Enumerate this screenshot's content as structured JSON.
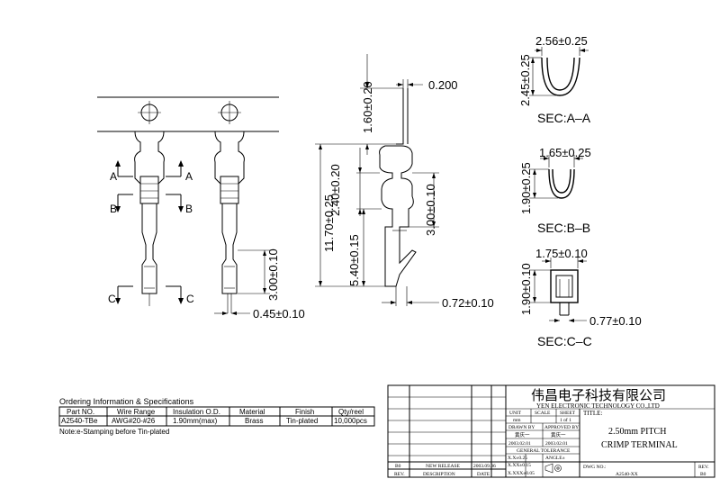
{
  "dimensions": {
    "sec_aa_width": "2.56±0.25",
    "sec_aa_height": "2.45±0.25",
    "sec_bb_width": "1.65±0.25",
    "sec_bb_height": "1.90±0.25",
    "sec_cc_width": "1.75±0.10",
    "sec_cc_height": "1.90±0.10",
    "sec_cc_pin": "0.77±0.10",
    "thickness": "0.200",
    "tab_height": "1.60±0.20",
    "total_length": "11.70±0.25",
    "insulation_crimp": "2.40±0.20",
    "wire_crimp": "3.00±0.10",
    "body_length": "5.40±0.15",
    "contact_length": "3.00±0.10",
    "pin_width": "0.45±0.10",
    "side_width": "0.72±0.10"
  },
  "sections": {
    "aa": "SEC:A–A",
    "bb": "SEC:B–B",
    "cc": "SEC:C–C"
  },
  "cut_labels": {
    "a": "A",
    "b": "B",
    "c": "C"
  },
  "ordering": {
    "title": "Ordering Information & Specifications",
    "headers": [
      "Part NO.",
      "Wire Range",
      "Insulation O.D.",
      "Material",
      "Finish",
      "Qty/reel"
    ],
    "row": [
      "A2540-TBe",
      "AWG#20-#26",
      "1.90mm(max)",
      "Brass",
      "Tin-plated",
      "10,000pcs"
    ],
    "note": "Note:e-Stamping before Tin-plated"
  },
  "title_block": {
    "company_cn": "伟昌电子科技有限公司",
    "company_en": "YEN ELECTRONIC TECHNOLOGY CO.,LTD",
    "unit_label": "UNIT",
    "scale_label": "SCALE",
    "sheet_label": "SHEET",
    "title_label": "TITLE:",
    "unit_value": "mm",
    "sheet_value": "1 of 1",
    "drawn_by_label": "DRAWN BY",
    "approved_by_label": "APPROVED BY",
    "drawn_by_name": "黄庆一",
    "approved_by_name": "黄庆一",
    "drawn_date": "2003.02.01",
    "approved_date": "2003.02.01",
    "tolerance_label": "GENERAL TOLERANCE",
    "tol_1": "X.X±0.25",
    "tol_2": "X.XX±0.15",
    "tol_3": "X.XXX±0.05",
    "angle_label": "ANGLE±",
    "title_line1": "2.50mm PITCH",
    "title_line2": "CRIMP TERMINAL",
    "dwg_no_label": "DWG NO.:",
    "dwg_no": "A2540-XX",
    "rev_label": "REV.",
    "rev_value": "B0",
    "rev_row_code": "B0",
    "rev_row_desc": "NEW RELEASE",
    "rev_row_date": "2003.09.06",
    "rev_header": "REV.",
    "desc_header": "DESCRIPTION",
    "date_header": "DATE"
  }
}
